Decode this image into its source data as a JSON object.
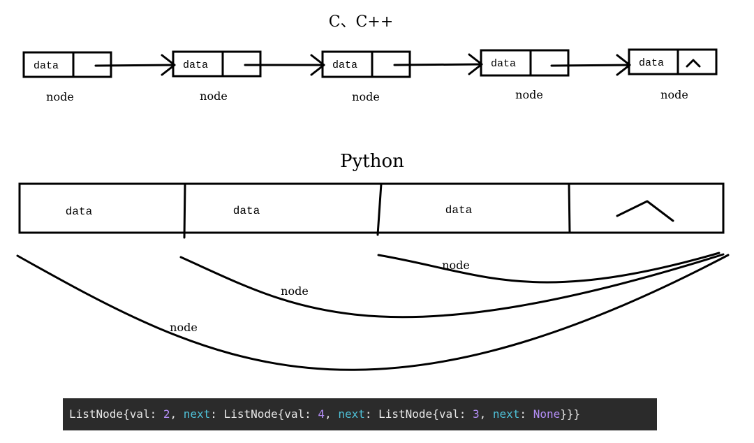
{
  "top": {
    "title": "C、C++",
    "nodes": [
      {
        "data_label": "data",
        "node_label": "node",
        "is_last": false
      },
      {
        "data_label": "data",
        "node_label": "node",
        "is_last": false
      },
      {
        "data_label": "data",
        "node_label": "node",
        "is_last": false
      },
      {
        "data_label": "data",
        "node_label": "node",
        "is_last": false
      },
      {
        "data_label": "data",
        "node_label": "node",
        "is_last": true
      }
    ]
  },
  "python": {
    "title": "Python",
    "cells": [
      {
        "label": "data"
      },
      {
        "label": "data"
      },
      {
        "label": "data"
      },
      {
        "label": ""
      }
    ],
    "node_labels": [
      "node",
      "node",
      "node"
    ]
  },
  "code": {
    "tokens": [
      {
        "text": "ListNode{val: ",
        "kind": "plain"
      },
      {
        "text": "2",
        "kind": "num"
      },
      {
        "text": ", ",
        "kind": "plain"
      },
      {
        "text": "next",
        "kind": "kw"
      },
      {
        "text": ": ListNode{val: ",
        "kind": "plain"
      },
      {
        "text": "4",
        "kind": "num"
      },
      {
        "text": ", ",
        "kind": "plain"
      },
      {
        "text": "next",
        "kind": "kw"
      },
      {
        "text": ": ListNode{val: ",
        "kind": "plain"
      },
      {
        "text": "3",
        "kind": "num"
      },
      {
        "text": ", ",
        "kind": "plain"
      },
      {
        "text": "next",
        "kind": "kw"
      },
      {
        "text": ": ",
        "kind": "plain"
      },
      {
        "text": "None",
        "kind": "none"
      },
      {
        "text": "}}}",
        "kind": "plain"
      }
    ]
  }
}
